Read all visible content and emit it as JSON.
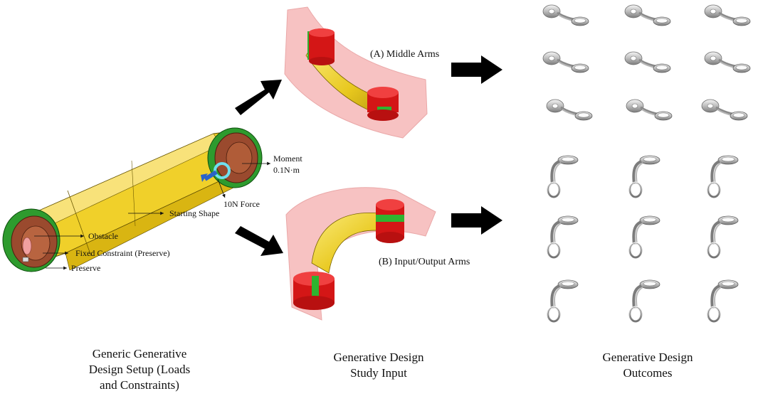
{
  "captions": {
    "setup": [
      "Generic Generative",
      "Design Setup (Loads",
      "and Constraints)"
    ],
    "input": [
      "Generative Design",
      "Study Input"
    ],
    "outcomes": [
      "Generative Design",
      "Outcomes"
    ]
  },
  "setup_labels": {
    "moment": [
      "Moment",
      "0.1N·m"
    ],
    "force": "10N Force",
    "starting_shape": "Starting Shape",
    "obstacle": "Obstacle",
    "fixed_constraint": "Fixed Constraint (Preserve)",
    "preserve": "Preserve"
  },
  "study_labels": {
    "middle_arms": "(A) Middle Arms",
    "input_output_arms": "(B) Input/Output Arms"
  },
  "colors": {
    "starting_shape": "#f2d22e",
    "preserve": "#2e9b2e",
    "obstacle": "#9a4a2e",
    "obstacle_region": "#f6b8b8",
    "cylinder": "#e01e1e",
    "arrow": "#000000",
    "force_arrow": "#2a63c9",
    "outcome": "#c8c8c8"
  }
}
